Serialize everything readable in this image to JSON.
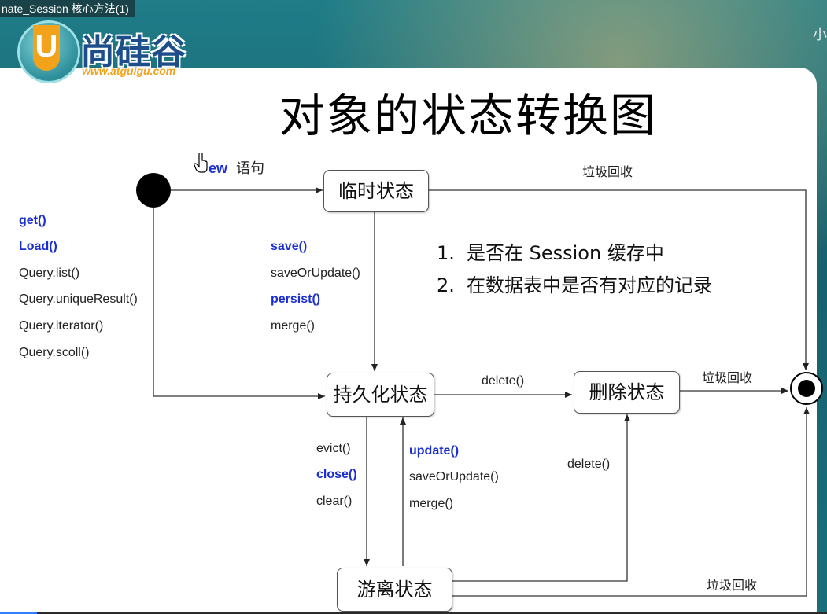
{
  "window": {
    "video_title": "nate_Session 核心方法(1)",
    "corner_badge": "小"
  },
  "logo": {
    "brand_cn": "尚硅谷",
    "brand_url": "www.atguigu.com"
  },
  "slide": {
    "title": "对象的状态转换图",
    "states": {
      "transient": "临时状态",
      "persistent": "持久化状态",
      "removed": "删除状态",
      "detached": "游离状态"
    },
    "labels": {
      "new_stmt_prefix": "ew",
      "new_stmt_suffix": "语句",
      "gc_top": "垃圾回收",
      "gc_mid": "垃圾回收",
      "gc_bottom": "垃圾回收",
      "delete_mid": "delete()",
      "delete_low": "delete()"
    },
    "query_methods": [
      "get()",
      "Load()",
      "Query.list()",
      "Query.uniqueResult()",
      "Query.iterator()",
      "Query.scoll()"
    ],
    "save_methods": [
      "save()",
      "saveOrUpdate()",
      "persist()",
      "merge()"
    ],
    "evict_methods": [
      "evict()",
      "close()",
      "clear()"
    ],
    "update_methods": [
      "update()",
      "saveOrUpdate()",
      "merge()"
    ],
    "notes": [
      {
        "num": "1.",
        "text": "是否在 Session 缓存中"
      },
      {
        "num": "2.",
        "text": "在数据表中是否有对应的记录"
      }
    ]
  },
  "player": {
    "progress": 0.045
  },
  "colors": {
    "method_blue": "#1b2fd0",
    "teal_bg": "#1b6a78",
    "logo_orange": "#f3a21c"
  }
}
